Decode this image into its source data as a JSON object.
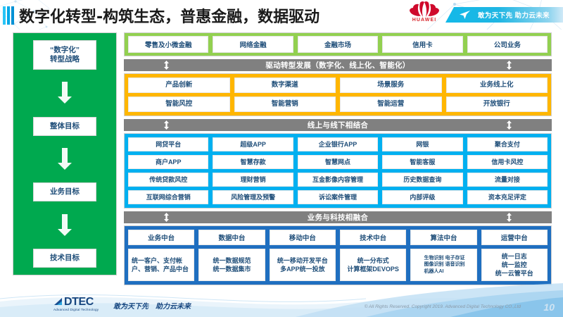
{
  "header": {
    "title": "数字化转型-构筑生态，普惠金融，数据驱动",
    "brand_word": "HUAWEI",
    "banner_text": "敢为天下先 助力云未来"
  },
  "pillar": {
    "steps": [
      {
        "label": "“数字化”\n转型战略"
      },
      {
        "label": "整体目标"
      },
      {
        "label": "业务目标"
      },
      {
        "label": "技术目标"
      }
    ],
    "step1_line1": "“数字化”",
    "step1_line2": "转型战略",
    "step2": "整体目标",
    "step3": "业务目标",
    "step4": "技术目标",
    "bg_color": "#00a94f"
  },
  "business_band": {
    "items": [
      "零售及小微金融",
      "网络金融",
      "金融市场",
      "信用卡",
      "公司业务"
    ],
    "bg_color": "#92d050"
  },
  "section_orange": {
    "connector_label": "驱动转型发展（数字化、线上化、智能化）",
    "bg_color": "#ffb600",
    "rows": [
      [
        "产品创新",
        "数字渠道",
        "场景服务",
        "业务线上化"
      ],
      [
        "智能风控",
        "智能营销",
        "智能运营",
        "开放银行"
      ]
    ]
  },
  "section_blue": {
    "connector_label": "线上与线下相结合",
    "bg_color": "#00b0f0",
    "rows": [
      [
        "网贷平台",
        "超级APP",
        "企业银行APP",
        "网银",
        "聚合支付"
      ],
      [
        "商户APP",
        "智慧存款",
        "智慧网点",
        "智能客服",
        "信用卡风控"
      ],
      [
        "传统贷款风控",
        "理财营销",
        "互金影像内容管理",
        "历史数据查询",
        "流量对接"
      ],
      [
        "互联网综合营销",
        "风险管理及预警",
        "诉讼案件管理",
        "内部评级",
        "资本充足评定"
      ]
    ]
  },
  "section_navy": {
    "connector_label": "业务与科技相融合",
    "bg_color": "#1f6fc0",
    "columns": [
      {
        "head": "业务中台",
        "body": "统一客户、支付帐户、营销、产品中台"
      },
      {
        "head": "数据中台",
        "body": "统一数据规范\n统一数据集市"
      },
      {
        "head": "移动中台",
        "body": "统一移动开发平台\n多APP统一投放"
      },
      {
        "head": "技术中台",
        "body": "统一分布式\n计算框架DEVOPS"
      },
      {
        "head": "算法中台",
        "body": "生物识别 电子存证\n图像识别 语音识别\n机器人AI"
      },
      {
        "head": "运营中台",
        "body": "统一日志\n统一监控\n统一云管平台"
      }
    ],
    "col0_head": "业务中台",
    "col0_body": "统一客户、支付帐户、营销、产品中台",
    "col1_head": "数据中台",
    "col1_body_l1": "统一数据规范",
    "col1_body_l2": "统一数据集市",
    "col2_head": "移动中台",
    "col2_body_l1": "统一移动开发平台",
    "col2_body_l2": "多APP统一投放",
    "col3_head": "技术中台",
    "col3_body_l1": "统一分布式",
    "col3_body_l2": "计算框架DEVOPS",
    "col4_head": "算法中台",
    "col4_body_l1": "生物识别 电子存证",
    "col4_body_l2": "图像识别 语音识别",
    "col4_body_l3": "机器人AI",
    "col5_head": "运营中台",
    "col5_body_l1": "统一日志",
    "col5_body_l2": "统一监控",
    "col5_body_l3": "统一云管平台"
  },
  "footer": {
    "logo_word": "DTEC",
    "logo_sub": "Advanced Digital Technology",
    "slogan": "敢为天下先　助力云未来",
    "copyright": "© All Rights Reserved. Copyright 2019. Advanced Digital Technology CO.,Ltd",
    "page_number": "10"
  }
}
